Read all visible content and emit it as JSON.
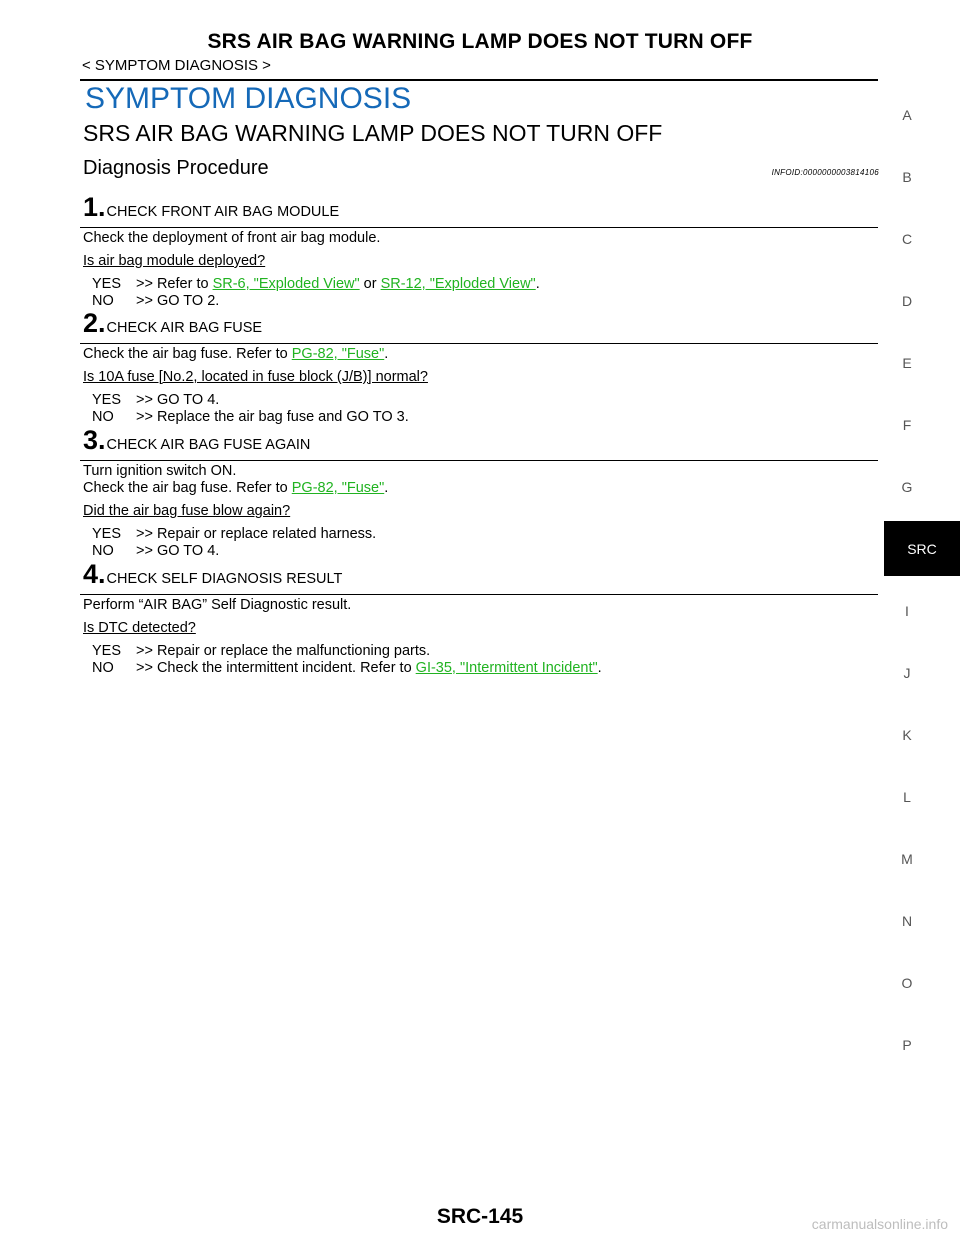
{
  "header": {
    "title": "SRS AIR BAG WARNING LAMP DOES NOT TURN OFF",
    "breadcrumb": "< SYMPTOM DIAGNOSIS >"
  },
  "section_title": "SYMPTOM DIAGNOSIS",
  "subsection_title": "SRS AIR BAG WARNING LAMP DOES NOT TURN OFF",
  "procedure": {
    "title": "Diagnosis Procedure",
    "infoid": "INFOID:0000000003814106"
  },
  "steps": [
    {
      "num": "1",
      "title": "CHECK FRONT AIR BAG MODULE",
      "body": [
        "Check the deployment of front air bag module."
      ],
      "question": "Is air bag module deployed?",
      "yes": {
        "key": "YES",
        "prefix": ">> Refer to ",
        "link1": "SR-6, \"Exploded View\"",
        "mid": " or ",
        "link2": "SR-12, \"Exploded View\"",
        "suffix": "."
      },
      "no": {
        "key": "NO",
        "text": ">> GO TO 2."
      }
    },
    {
      "num": "2",
      "title": "CHECK AIR BAG FUSE",
      "body_prefix": "Check the air bag fuse. Refer to ",
      "body_link": "PG-82, \"Fuse\"",
      "body_suffix": ".",
      "question": "Is 10A fuse [No.2, located in fuse block (J/B)] normal?",
      "yes": {
        "key": "YES",
        "text": ">> GO TO 4."
      },
      "no": {
        "key": "NO",
        "text": ">> Replace the air bag fuse and GO TO 3."
      }
    },
    {
      "num": "3",
      "title": "CHECK AIR BAG FUSE AGAIN",
      "body1": "Turn ignition switch ON.",
      "body_prefix": "Check the air bag fuse. Refer to ",
      "body_link": "PG-82, \"Fuse\"",
      "body_suffix": ".",
      "question": "Did the air bag fuse blow again?",
      "yes": {
        "key": "YES",
        "text": ">> Repair or replace related harness."
      },
      "no": {
        "key": "NO",
        "text": ">> GO TO 4."
      }
    },
    {
      "num": "4",
      "title": "CHECK SELF DIAGNOSIS RESULT",
      "body1": "Perform “AIR BAG” Self Diagnostic result.",
      "question": "Is DTC detected?",
      "yes": {
        "key": "YES",
        "text": ">> Repair or replace the malfunctioning parts."
      },
      "no": {
        "key": "NO",
        "prefix": ">> Check the intermittent incident. Refer to ",
        "link": "GI-35, \"Intermittent Incident\"",
        "suffix": "."
      }
    }
  ],
  "step_dot": ".",
  "side_index": [
    "A",
    "B",
    "C",
    "D",
    "E",
    "F",
    "G",
    "SRC",
    "I",
    "J",
    "K",
    "L",
    "M",
    "N",
    "O",
    "P"
  ],
  "footer": {
    "page_number": "SRC-145",
    "watermark": "carmanualsonline.info"
  },
  "colors": {
    "section_title": "#1569b8",
    "link": "#21b321",
    "active_tab_bg": "#000000"
  }
}
